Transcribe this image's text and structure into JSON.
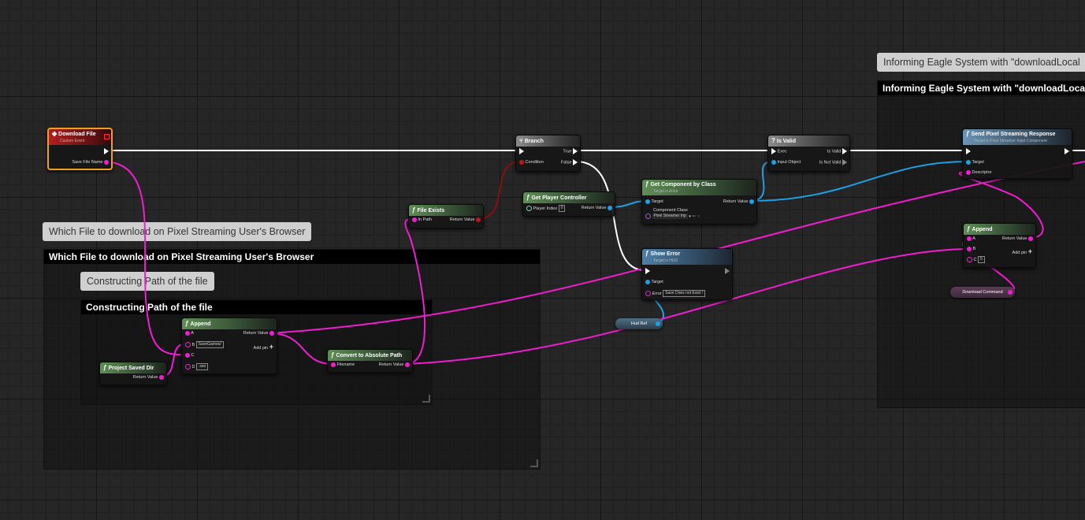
{
  "comments": {
    "which_file": "Which File to download on Pixel Streaming User's Browser",
    "constructing_path": "Constructing Path of the file",
    "informing_eagle_bubble": "Informing Eagle System with \"downloadLocal",
    "informing_eagle_header": "Informing Eagle System with \"downloadLocalFile"
  },
  "nodes": {
    "download_file": {
      "title": "Download File",
      "subtitle": "Custom Event",
      "out_pin": "Save File Name"
    },
    "branch": {
      "title": "Branch",
      "condition": "Condition",
      "true": "True",
      "false": "False"
    },
    "is_valid": {
      "title": "Is Valid",
      "exec": "Exec",
      "input_object": "Input Object",
      "is_valid": "Is Valid",
      "is_not_valid": "Is Not Valid"
    },
    "send_pixel": {
      "title": "Send Pixel Streaming Response",
      "subtitle": "Target is Pixel Streamer Input Component",
      "target": "Target",
      "descriptor": "Descriptor"
    },
    "get_component": {
      "title": "Get Component by Class",
      "subtitle": "Target is Actor",
      "target": "Target",
      "component_class": "Component Class",
      "class_value": "Pixel Streamer Inp",
      "return_value": "Return Value"
    },
    "get_player_controller": {
      "title": "Get Player Controller",
      "player_index": "Player Index",
      "index_value": "0",
      "return_value": "Return Value"
    },
    "file_exists": {
      "title": "File Exists",
      "in_path": "In Path",
      "return_value": "Return Value"
    },
    "show_error": {
      "title": "Show Error",
      "subtitle": "Target is HUD",
      "target": "Target",
      "error": "Error",
      "error_value": "Save Does not Exist !"
    },
    "append_left": {
      "title": "Append",
      "a": "A",
      "b": "B",
      "b_value": "SaveGames/",
      "c": "C",
      "d": "D",
      "d_value": ".sav",
      "return_value": "Return Value",
      "add_pin": "Add pin"
    },
    "project_saved_dir": {
      "title": "Project Saved Dir",
      "return_value": "Return Value"
    },
    "convert_absolute": {
      "title": "Convert to Absolute Path",
      "filename": "Filename",
      "return_value": "Return Value"
    },
    "append_right": {
      "title": "Append",
      "a": "A",
      "b": "B",
      "c": "C",
      "c_value": "5",
      "return_value": "Return Value",
      "add_pin": "Add pin"
    },
    "hud_ref": {
      "label": "Hud Ref"
    },
    "download_command": {
      "label": "Download Command"
    }
  },
  "colors": {
    "exec_wire": "#ffffff",
    "string_wire": "#f21dd1",
    "object_wire": "#1ea0e6",
    "bool_wire": "#8a1010"
  }
}
